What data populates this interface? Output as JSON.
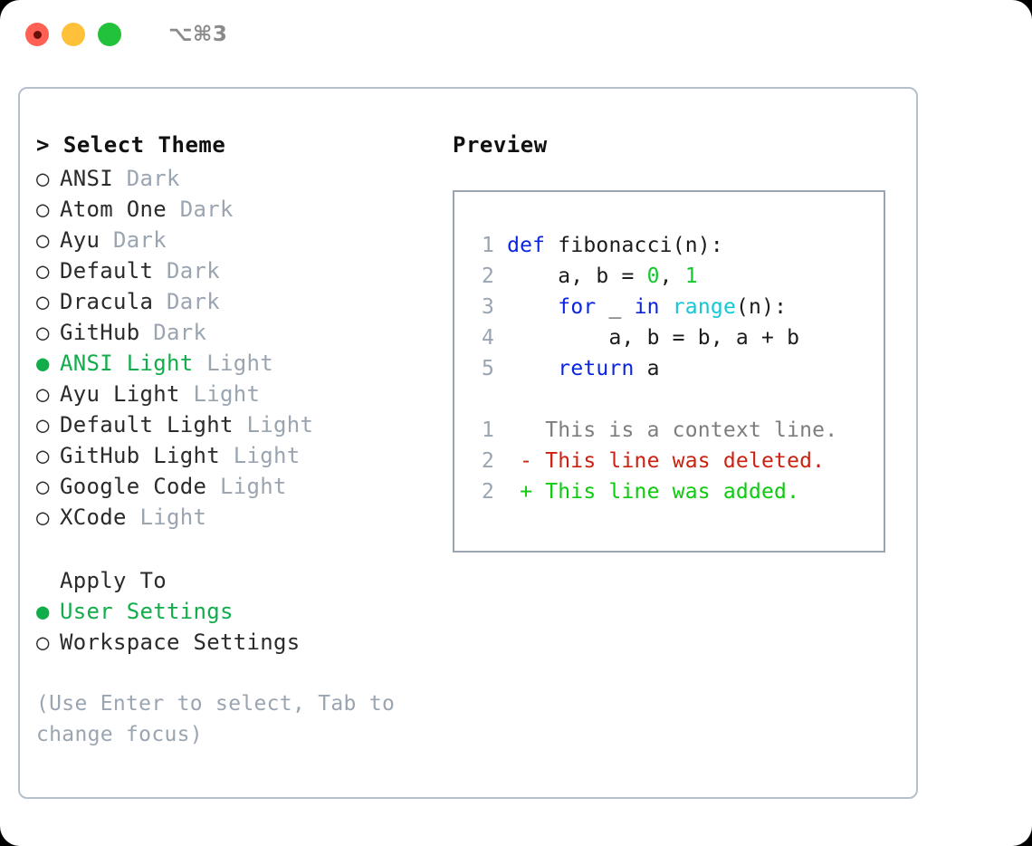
{
  "titlebar": {
    "shortcut": "⌥⌘3",
    "buttons": [
      {
        "name": "close",
        "color": "#ff6054"
      },
      {
        "name": "minimize",
        "color": "#ffc13a"
      },
      {
        "name": "maximize",
        "color": "#22c33a"
      }
    ]
  },
  "theme_panel": {
    "heading": "> Select Theme",
    "items": [
      {
        "marker": "○",
        "label": "ANSI",
        "variant": "Dark",
        "selected": false
      },
      {
        "marker": "○",
        "label": "Atom One",
        "variant": "Dark",
        "selected": false
      },
      {
        "marker": "○",
        "label": "Ayu",
        "variant": "Dark",
        "selected": false
      },
      {
        "marker": "○",
        "label": "Default",
        "variant": "Dark",
        "selected": false
      },
      {
        "marker": "○",
        "label": "Dracula",
        "variant": "Dark",
        "selected": false
      },
      {
        "marker": "○",
        "label": "GitHub",
        "variant": "Dark",
        "selected": false
      },
      {
        "marker": "●",
        "label": "ANSI Light",
        "variant": "Light",
        "selected": true
      },
      {
        "marker": "○",
        "label": "Ayu Light",
        "variant": "Light",
        "selected": false
      },
      {
        "marker": "○",
        "label": "Default Light",
        "variant": "Light",
        "selected": false
      },
      {
        "marker": "○",
        "label": "GitHub Light",
        "variant": "Light",
        "selected": false
      },
      {
        "marker": "○",
        "label": "Google Code",
        "variant": "Light",
        "selected": false
      },
      {
        "marker": "○",
        "label": "XCode",
        "variant": "Light",
        "selected": false
      }
    ]
  },
  "apply_to": {
    "heading": "Apply To",
    "items": [
      {
        "marker": "●",
        "label": "User Settings",
        "selected": true
      },
      {
        "marker": "○",
        "label": "Workspace Settings",
        "selected": false
      }
    ]
  },
  "hint": "(Use Enter to select, Tab to change focus)",
  "preview": {
    "title": "Preview",
    "code_lines": [
      {
        "num": "1",
        "tokens": [
          {
            "t": "def",
            "c": "kw"
          },
          {
            "t": " fibonacci(n):",
            "c": ""
          }
        ]
      },
      {
        "num": "2",
        "tokens": [
          {
            "t": "    a, b = ",
            "c": ""
          },
          {
            "t": "0",
            "c": "num"
          },
          {
            "t": ", ",
            "c": ""
          },
          {
            "t": "1",
            "c": "num"
          }
        ]
      },
      {
        "num": "3",
        "tokens": [
          {
            "t": "    ",
            "c": ""
          },
          {
            "t": "for",
            "c": "kw"
          },
          {
            "t": " _ ",
            "c": ""
          },
          {
            "t": "in",
            "c": "kw"
          },
          {
            "t": " ",
            "c": ""
          },
          {
            "t": "range",
            "c": "fn"
          },
          {
            "t": "(n):",
            "c": ""
          }
        ]
      },
      {
        "num": "4",
        "tokens": [
          {
            "t": "        a, b = b, a + b",
            "c": ""
          }
        ]
      },
      {
        "num": "5",
        "tokens": [
          {
            "t": "    ",
            "c": ""
          },
          {
            "t": "return",
            "c": "kw"
          },
          {
            "t": " a",
            "c": ""
          }
        ]
      }
    ],
    "diff_lines": [
      {
        "num": "1",
        "sign": " ",
        "text": "This is a context line.",
        "kind": "ctx"
      },
      {
        "num": "2",
        "sign": "-",
        "text": "This line was deleted.",
        "kind": "del"
      },
      {
        "num": "2",
        "sign": "+",
        "text": "This line was added.",
        "kind": "add"
      }
    ]
  },
  "colors": {
    "accent_green": "#12ad4b",
    "muted": "#9aa5b1",
    "keyword_blue": "#0a24e0",
    "function_cyan": "#12c8d6",
    "number_green": "#12c92b",
    "diff_add": "#0ccb0c",
    "diff_del": "#cc2010",
    "border": "#b6bfcc"
  }
}
